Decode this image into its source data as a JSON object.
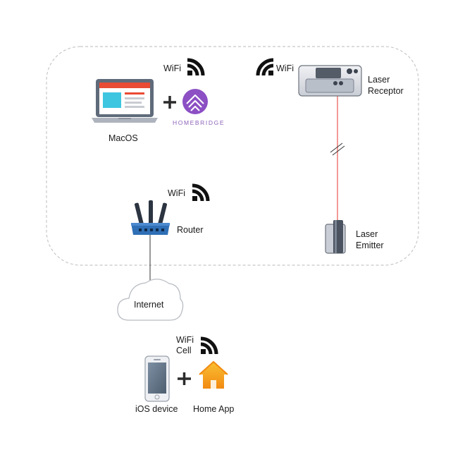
{
  "nodes": {
    "macos": {
      "label": "MacOS"
    },
    "homebridge": {
      "brand": "HOMEBRIDGE"
    },
    "laser_receptor": {
      "label_line1": "Laser",
      "label_line2": "Receptor"
    },
    "laser_emitter": {
      "label_line1": "Laser",
      "label_line2": "Emitter"
    },
    "router": {
      "label": "Router"
    },
    "internet": {
      "label": "Internet"
    },
    "ios_device": {
      "label": "iOS device"
    },
    "home_app": {
      "label": "Home App"
    }
  },
  "connections": {
    "macos_wifi": "WiFi",
    "receptor_wifi": "WiFi",
    "router_wifi": "WiFi",
    "ios_wifi": "WiFi",
    "ios_cell": "Cell"
  },
  "symbols": {
    "plus": "+"
  },
  "colors": {
    "laser_beam": "#e5362b",
    "router_blue": "#2f6fb5",
    "homebridge_purple": "#8c4fc4",
    "home_orange": "#f5a623",
    "macos_screen_accent": "#e94b35",
    "boundary_dash": "#c8c8c8"
  },
  "icons": {
    "wifi": "wifi-signal-icon",
    "laptop": "laptop-icon",
    "homebridge": "homebridge-logo-icon",
    "router": "router-icon",
    "cloud": "cloud-icon",
    "phone": "smartphone-icon",
    "home": "home-app-icon",
    "receptor": "laser-receptor-icon",
    "emitter": "laser-emitter-icon"
  }
}
